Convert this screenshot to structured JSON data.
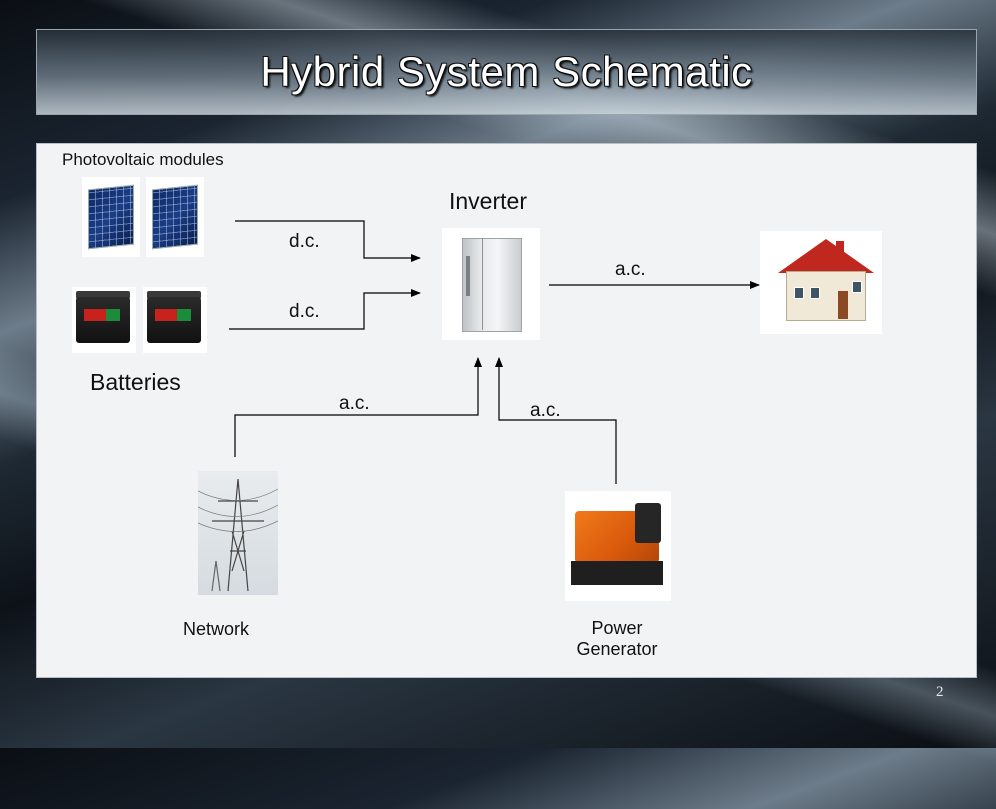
{
  "slide": {
    "title": "Hybrid System Schematic",
    "number": "2"
  },
  "diagram": {
    "labels": {
      "photovoltaic": "Photovoltaic modules",
      "inverter": "Inverter",
      "batteries": "Batteries",
      "network": "Network",
      "generator": "Power Generator"
    },
    "connections": {
      "pv_to_inverter": "d.c.",
      "battery_to_inverter": "d.c.",
      "inverter_to_house": "a.c.",
      "network_to_inverter": "a.c.",
      "generator_to_inverter": "a.c."
    },
    "images": [
      "solar-panel",
      "solar-panel",
      "battery",
      "battery",
      "inverter-cabinet",
      "house",
      "power-pylon",
      "diesel-generator"
    ],
    "colors": {
      "arrow": "#000000",
      "roof": "#c0281f",
      "generator": "#e86a14",
      "solar": "#1b3d86"
    }
  }
}
